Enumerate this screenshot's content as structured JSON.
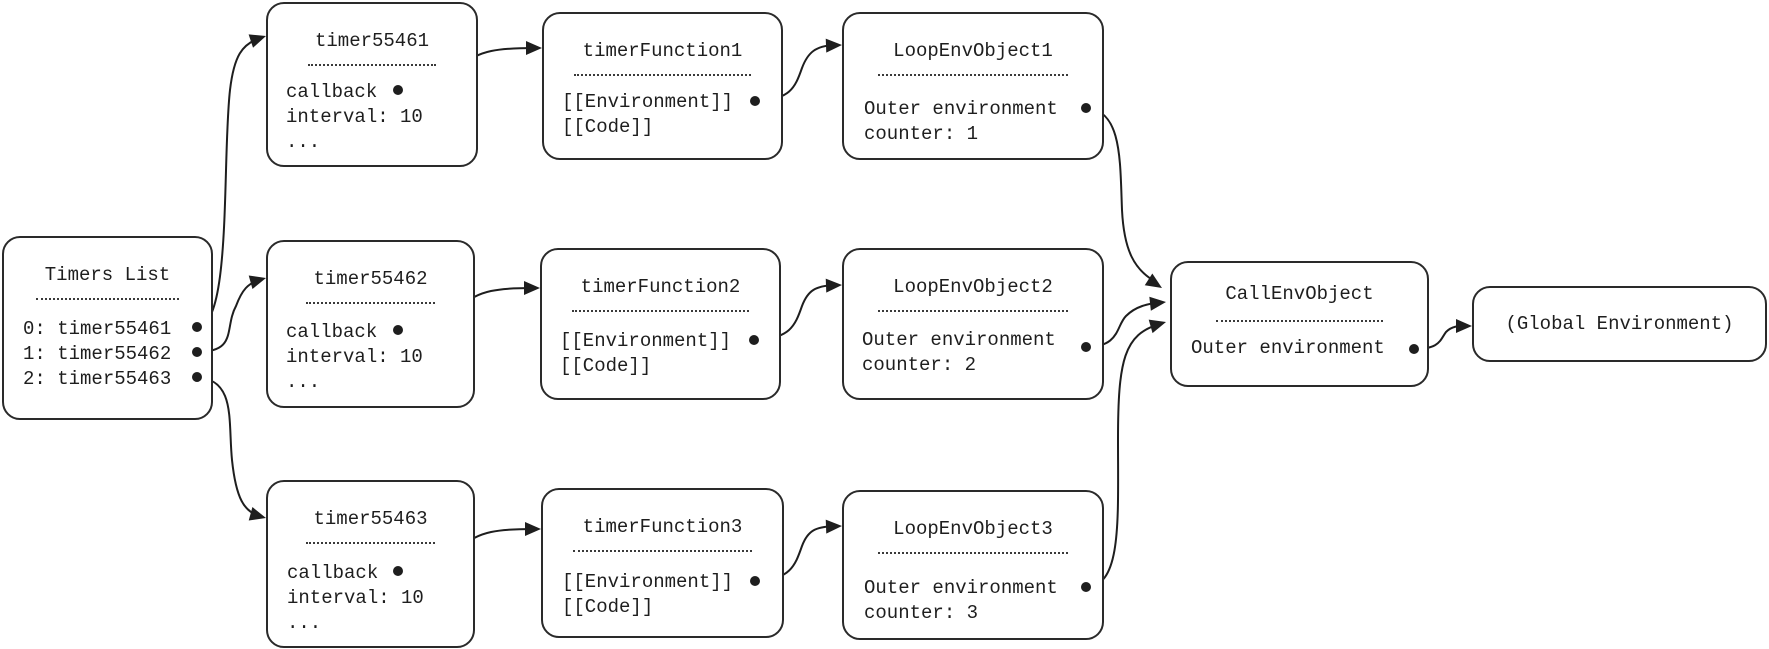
{
  "diagram": {
    "timers_list": {
      "title": "Timers List",
      "entries": [
        "0: timer55461",
        "1: timer55462",
        "2: timer55463"
      ]
    },
    "timers": [
      {
        "title": "timer55461",
        "rows": [
          "callback",
          "interval: 10",
          "..."
        ]
      },
      {
        "title": "timer55462",
        "rows": [
          "callback",
          "interval: 10",
          "..."
        ]
      },
      {
        "title": "timer55463",
        "rows": [
          "callback",
          "interval: 10",
          "..."
        ]
      }
    ],
    "functions": [
      {
        "title": "timerFunction1",
        "rows": [
          "[[Environment]]",
          "[[Code]]"
        ]
      },
      {
        "title": "timerFunction2",
        "rows": [
          "[[Environment]]",
          "[[Code]]"
        ]
      },
      {
        "title": "timerFunction3",
        "rows": [
          "[[Environment]]",
          "[[Code]]"
        ]
      }
    ],
    "loop_envs": [
      {
        "title": "LoopEnvObject1",
        "rows": [
          "Outer environment",
          "counter: 1"
        ]
      },
      {
        "title": "LoopEnvObject2",
        "rows": [
          "Outer environment",
          "counter: 2"
        ]
      },
      {
        "title": "LoopEnvObject3",
        "rows": [
          "Outer environment",
          "counter: 3"
        ]
      }
    ],
    "call_env": {
      "title": "CallEnvObject",
      "rows": [
        "Outer environment"
      ]
    },
    "global_env": {
      "title": "(Global Environment)"
    },
    "colors": {
      "stroke": "#2a2a2a",
      "text": "#1e1e1e",
      "background": "#ffffff"
    }
  }
}
